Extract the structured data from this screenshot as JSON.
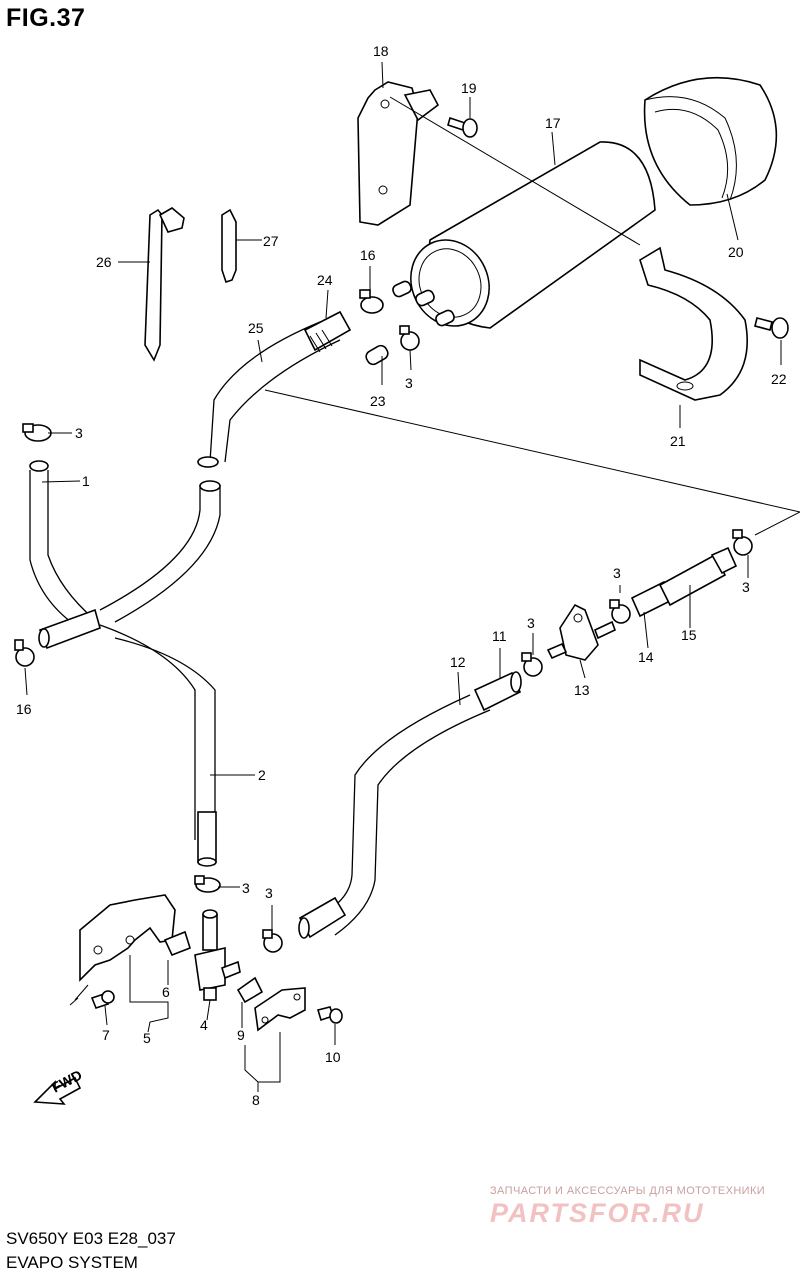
{
  "figure": {
    "title": "FIG.37",
    "model_code": "SV650Y  E03  E28_037",
    "system_name": "EVAPO SYSTEM"
  },
  "watermark": {
    "caption": "ЗАПЧАСТИ И АКСЕССУАРЫ ДЛЯ МОТОТЕХНИКИ",
    "brand": "PARTSFOR.RU"
  },
  "fwd_label": "FWD",
  "callouts": [
    {
      "id": "c1",
      "label": "1"
    },
    {
      "id": "c2",
      "label": "2"
    },
    {
      "id": "c3a",
      "label": "3"
    },
    {
      "id": "c3b",
      "label": "3"
    },
    {
      "id": "c3c",
      "label": "3"
    },
    {
      "id": "c3d",
      "label": "3"
    },
    {
      "id": "c3e",
      "label": "3"
    },
    {
      "id": "c3f",
      "label": "3"
    },
    {
      "id": "c3g",
      "label": "3"
    },
    {
      "id": "c3h",
      "label": "3"
    },
    {
      "id": "c4",
      "label": "4"
    },
    {
      "id": "c5",
      "label": "5"
    },
    {
      "id": "c6",
      "label": "6"
    },
    {
      "id": "c7",
      "label": "7"
    },
    {
      "id": "c8",
      "label": "8"
    },
    {
      "id": "c9",
      "label": "9"
    },
    {
      "id": "c10",
      "label": "10"
    },
    {
      "id": "c11",
      "label": "11"
    },
    {
      "id": "c12",
      "label": "12"
    },
    {
      "id": "c13",
      "label": "13"
    },
    {
      "id": "c14",
      "label": "14"
    },
    {
      "id": "c15",
      "label": "15"
    },
    {
      "id": "c16a",
      "label": "16"
    },
    {
      "id": "c16b",
      "label": "16"
    },
    {
      "id": "c17",
      "label": "17"
    },
    {
      "id": "c18",
      "label": "18"
    },
    {
      "id": "c19",
      "label": "19"
    },
    {
      "id": "c20",
      "label": "20"
    },
    {
      "id": "c21",
      "label": "21"
    },
    {
      "id": "c22",
      "label": "22"
    },
    {
      "id": "c23",
      "label": "23"
    },
    {
      "id": "c24",
      "label": "24"
    },
    {
      "id": "c25",
      "label": "25"
    },
    {
      "id": "c26",
      "label": "26"
    },
    {
      "id": "c27",
      "label": "27"
    }
  ]
}
